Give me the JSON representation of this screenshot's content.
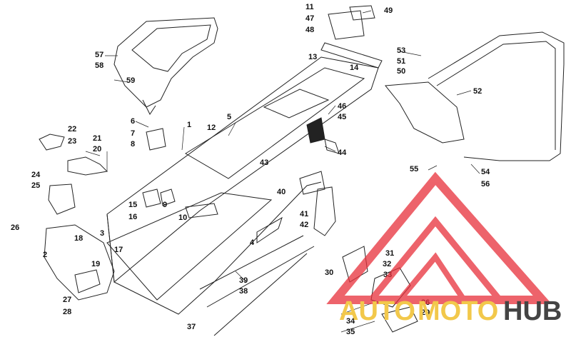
{
  "callouts": [
    "1",
    "2",
    "3",
    "4",
    "5",
    "6",
    "7",
    "8",
    "9",
    "10",
    "11",
    "12",
    "13",
    "14",
    "15",
    "16",
    "17",
    "18",
    "19",
    "20",
    "21",
    "22",
    "23",
    "24",
    "25",
    "26",
    "27",
    "28",
    "29",
    "30",
    "31",
    "32",
    "33",
    "34",
    "35",
    "36",
    "37",
    "38",
    "39",
    "40",
    "41",
    "42",
    "43",
    "44",
    "45",
    "46",
    "47",
    "48",
    "49",
    "50",
    "51",
    "52",
    "53",
    "54",
    "55",
    "56",
    "57",
    "58",
    "59"
  ],
  "watermark": {
    "text_left": "AUTO",
    "text_right": "MOTO",
    "text_hub": "HUB",
    "colors": {
      "logo": "#e8303a",
      "auto": "#f2c84b",
      "moto": "#f2c84b",
      "hub": "#444444"
    }
  }
}
